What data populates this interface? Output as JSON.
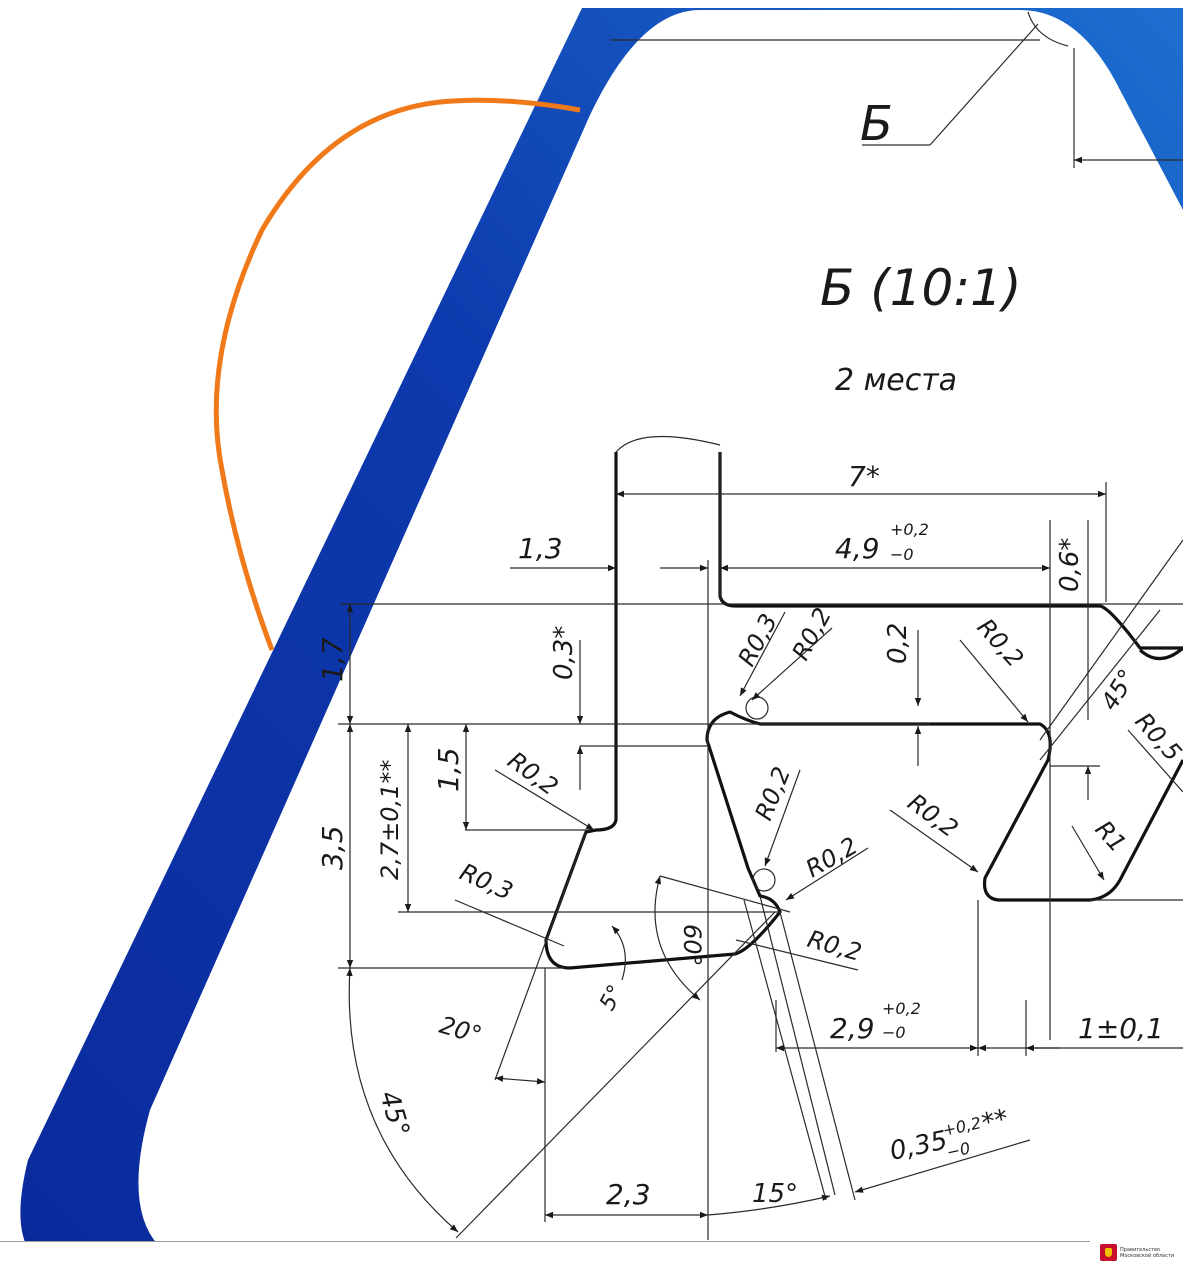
{
  "colors": {
    "panel_blue_dark": "#0a2a9c",
    "panel_blue_light": "#1d6fd0",
    "arc_orange": "#f07a1a",
    "line": "#1a1a1a"
  },
  "drawing": {
    "view_letter": "Б",
    "detail_title": "Б (10:1)",
    "detail_note": "2 места",
    "dimensions": {
      "d_7": "7*",
      "d_4_9": "4,9",
      "d_4_9_tol_upper": "+0,2",
      "d_4_9_tol_lower": "−0",
      "d_1_3": "1,3",
      "d_0_6": "0,6*",
      "d_1_7": "1,7",
      "d_0_3": "0,3*",
      "r_0_3_top": "R0,3",
      "r_0_2_top": "R0,2",
      "d_0_2": "0,2",
      "r_0_2_right": "R0,2",
      "a_45_right": "45°",
      "r_0_5": "R0,5",
      "d_3_5": "3,5",
      "d_2_7": "2,7±0,1**",
      "d_1_5": "1,5",
      "r_0_2_left": "R0,2",
      "r_0_2_mid": "R0,2",
      "r_0_2_mid_right": "R0,2",
      "r_1": "R1",
      "r_0_3_left": "R0,3",
      "r_0_2_lower": "R0,2",
      "r_0_2_bottom": "R0,2",
      "a_60": "60°",
      "a_5": "5°",
      "d_2_9": "2,9",
      "d_2_9_tol_upper": "+0,2",
      "d_2_9_tol_lower": "−0",
      "d_1_01": "1±0,1",
      "a_20": "20°",
      "a_45_left": "45°",
      "d_0_35": "0,35",
      "d_0_35_tol_upper": "+0,2",
      "d_0_35_tol_lower": "−0",
      "d_0_35_mark": "**",
      "d_2_3": "2,3",
      "a_15": "15°"
    }
  },
  "footer": {
    "org_name": "Правительство Московской области"
  }
}
